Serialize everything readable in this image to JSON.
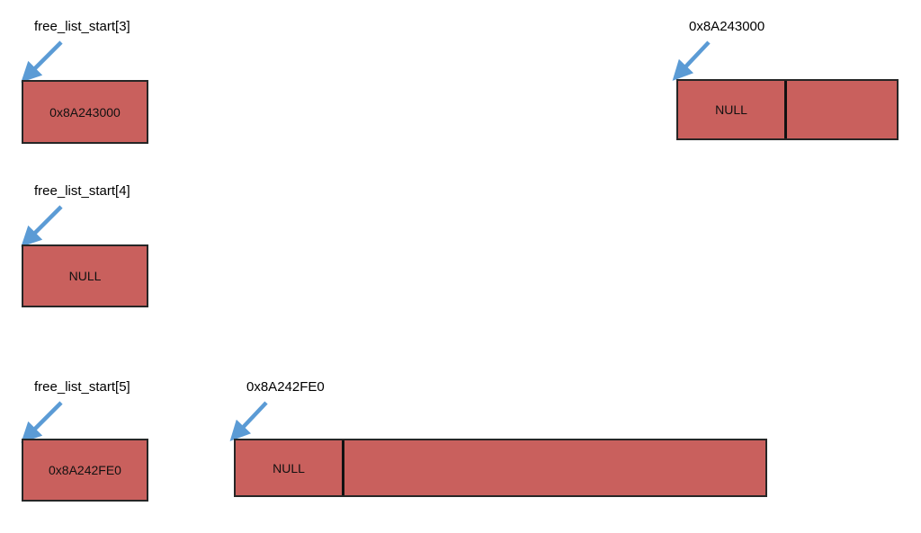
{
  "diagram": {
    "title": "free list block diagram",
    "background_color": "#ffffff",
    "block_fill_color": "#c9605d",
    "block_border_color": "#262626",
    "arrow_color": "#5b9bd5",
    "text_color": "#000000"
  },
  "rows": [
    {
      "id": "row-3",
      "pointer_label": "free_list_start[3]",
      "pointer_box_value": "0x8A243000",
      "heap_label": "0x8A243000",
      "heap_cells": [
        {
          "text": "NULL"
        },
        {
          "text": ""
        }
      ]
    },
    {
      "id": "row-4",
      "pointer_label": "free_list_start[4]",
      "pointer_box_value": "NULL",
      "heap_label": "",
      "heap_cells": []
    },
    {
      "id": "row-5",
      "pointer_label": "free_list_start[5]",
      "pointer_box_value": "0x8A242FE0",
      "heap_label": "0x8A242FE0",
      "heap_cells": [
        {
          "text": "NULL"
        },
        {
          "text": ""
        }
      ]
    }
  ]
}
